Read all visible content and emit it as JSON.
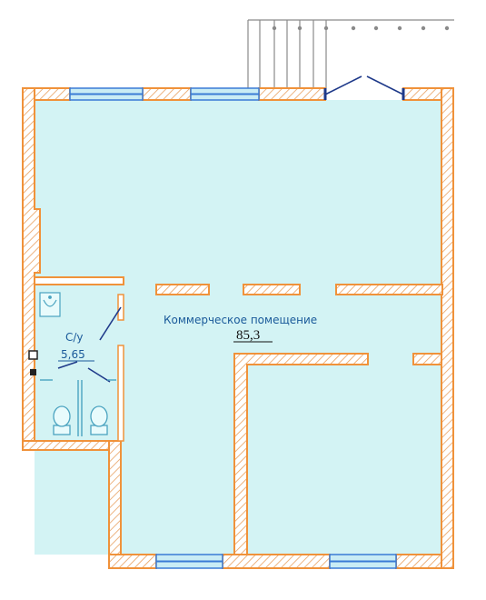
{
  "rooms": {
    "commercial": {
      "name": "Коммерческое помещение",
      "area": "85,3"
    },
    "wc": {
      "name": "С/у",
      "area": "5,65"
    }
  },
  "colors": {
    "wall_stroke": "#f0923a",
    "wall_hatch": "#e8a060",
    "wall_fill": "#ffffff",
    "floor": "#d3f3f4",
    "window_frame": "#3a7bd5",
    "window_glass": "#c9ecf5",
    "door_line": "#1f3a8a",
    "stair_line": "#8a8a8a",
    "label_blue": "#1a5a9a",
    "text_dark": "#111111"
  },
  "icons": [
    "sink-icon",
    "toilet-icon",
    "stairs-icon",
    "door-swing-icon",
    "window-icon"
  ]
}
